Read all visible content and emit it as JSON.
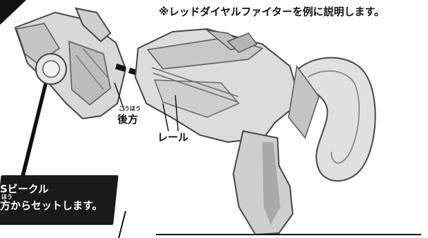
{
  "note": "※レッドダイヤルファイターを例に説明します。",
  "labels": {
    "rear": "後方",
    "rear_ruby": "こうほう",
    "rail": "レール"
  },
  "callout": {
    "line1": "Sビークル",
    "line2": "方からセットします。",
    "ruby": "ほう"
  },
  "colors": {
    "ink": "#111111",
    "toy_fill": "#d8d8d8",
    "toy_shade": "#a9a9a9",
    "callout_bg": "#1a1a1a"
  }
}
